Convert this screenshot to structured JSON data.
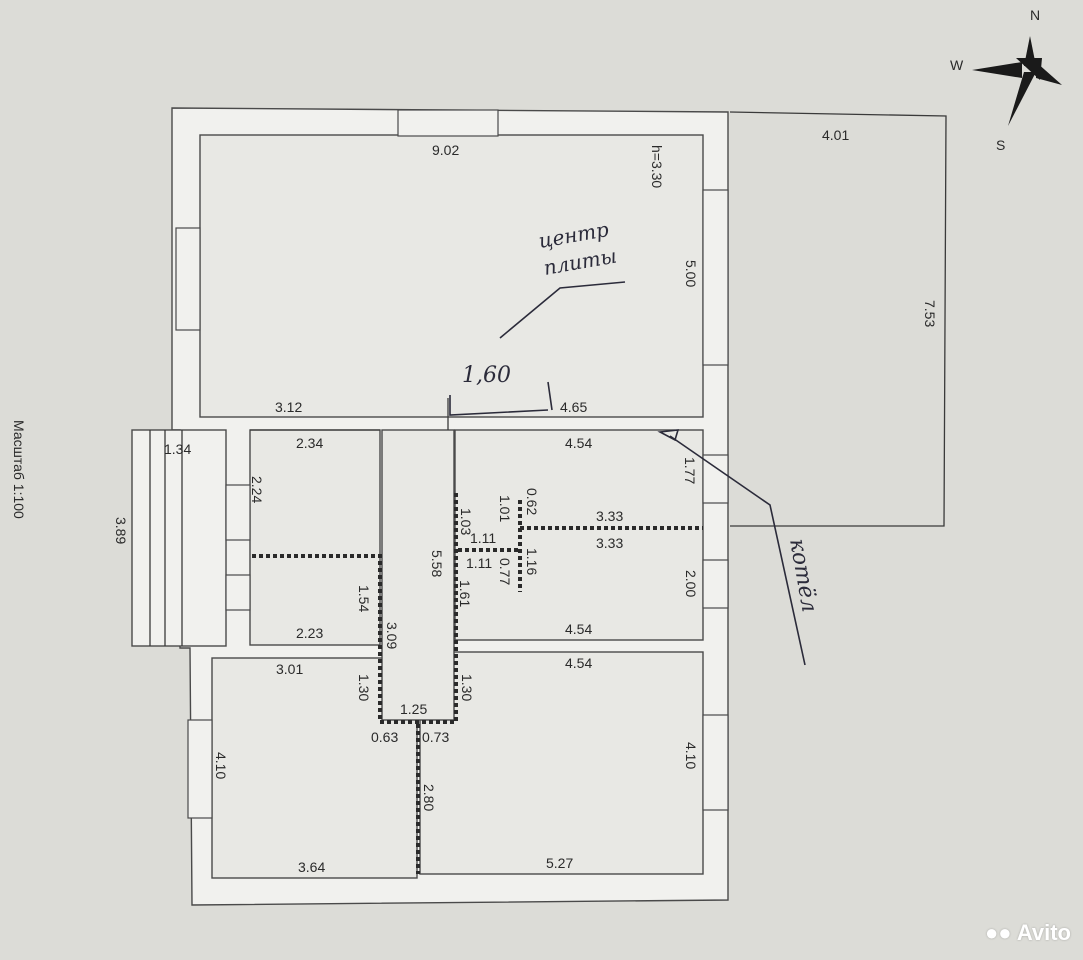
{
  "scale_label": "Масштаб 1:100",
  "logo_text": "Avito",
  "compass": {
    "north": "N",
    "west": "W",
    "south": "S"
  },
  "annotations": {
    "center_note_line1": "центр",
    "center_note_line2": "плиты",
    "handwritten_dim": "1,60",
    "boiler_note": "котёл"
  },
  "dimensions": {
    "top_width": "9.02",
    "height": "h=3.30",
    "main_room_right": "5.00",
    "annex_top": "4.01",
    "annex_right": "7.53",
    "hall_left_top": "3.12",
    "hall_right_top": "4.65",
    "porch_width": "1.34",
    "porch_length": "3.89",
    "corridor_top": "2.34",
    "corridor_side": "2.24",
    "room_mid_top": "4.54",
    "room_mid_right": "1.77",
    "wc_a": "0.62",
    "wc_b": "1.01",
    "wc_c": "1.03",
    "wc_d": "1.11",
    "wc_e": "1.11",
    "wc_f": "0.77",
    "wc_g": "1.16",
    "partition_top": "3.33",
    "partition_bottom": "3.33",
    "hall_length": "5.58",
    "hall_lower": "1.61",
    "small_room_side": "1.54",
    "small_room_length": "3.09",
    "small_room_bottom": "2.23",
    "room_right_mid": "2.00",
    "room_mid_bottom": "4.54",
    "room_br_top": "4.54",
    "room_bl_top": "3.01",
    "step_left": "1.30",
    "step_right": "1.30",
    "step_width": "1.25",
    "step_a": "0.63",
    "step_b": "0.73",
    "room_bl_left": "4.10",
    "room_br_right": "4.10",
    "partition_low": "2.80",
    "room_bl_bottom": "3.64",
    "room_br_bottom": "5.27"
  }
}
